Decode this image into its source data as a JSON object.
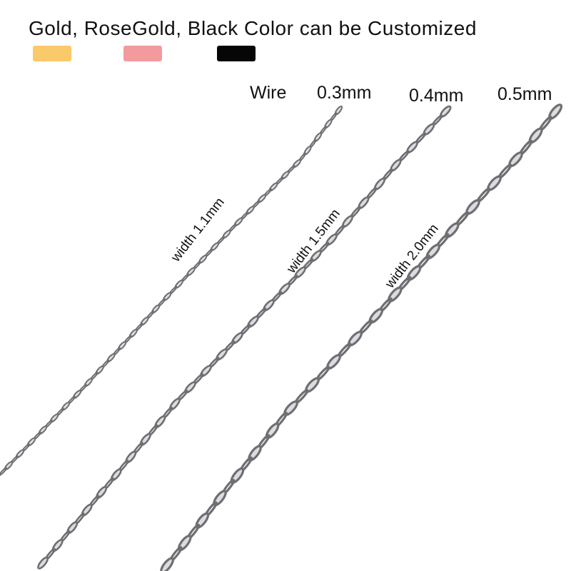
{
  "headline": "Gold, RoseGold, Black Color can be Customized",
  "swatches": [
    {
      "name": "gold",
      "color": "#f9c96a"
    },
    {
      "name": "rosegold",
      "color": "#f29a9e"
    },
    {
      "name": "black",
      "color": "#060606"
    }
  ],
  "wire": {
    "label": "Wire",
    "sizes": [
      "0.3mm",
      "0.4mm",
      "0.5mm"
    ]
  },
  "widths": [
    "width 1.1mm",
    "width 1.5mm",
    "width 2.0mm"
  ],
  "colors": {
    "chain_dark": "#6e6e73",
    "chain_light": "#dcdce0",
    "background": "#ffffff"
  }
}
